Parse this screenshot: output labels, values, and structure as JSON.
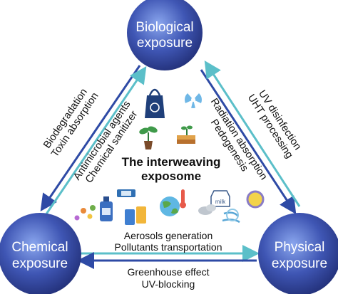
{
  "nodes": {
    "biological": {
      "line1": "Biological",
      "line2": "exposure"
    },
    "chemical": {
      "line1": "Chemical",
      "line2": "exposure"
    },
    "physical": {
      "line1": "Physical",
      "line2": "exposure"
    }
  },
  "center": {
    "line1": "The interweaving",
    "line2": "exposome"
  },
  "edges": {
    "bio_to_chem": {
      "outer1": "Biodegradation",
      "outer2": "Toxin absorption"
    },
    "chem_to_bio": {
      "inner1": "Antimicrobial agents",
      "inner2": "Chemical sanitizer"
    },
    "phys_to_bio": {
      "outer1": "UV disinfection",
      "outer2": "UHT processing"
    },
    "bio_to_phys": {
      "inner1": "Radiation absorption",
      "inner2": "Pedogenesis"
    },
    "chem_to_phys": {
      "inner1": "Aerosols generation",
      "inner2": "Pollutants transportation"
    },
    "phys_to_chem": {
      "outer1": "Greenhouse effect",
      "outer2": "UV-blocking"
    }
  },
  "icons": {
    "milk_carton_text": "milk"
  },
  "colors": {
    "node_dark": "#23317a",
    "node_mid": "#3f56b4",
    "node_light": "#8aa6ee",
    "arrow_blue": "#2e4aa5",
    "arrow_teal": "#5bbfc9"
  }
}
